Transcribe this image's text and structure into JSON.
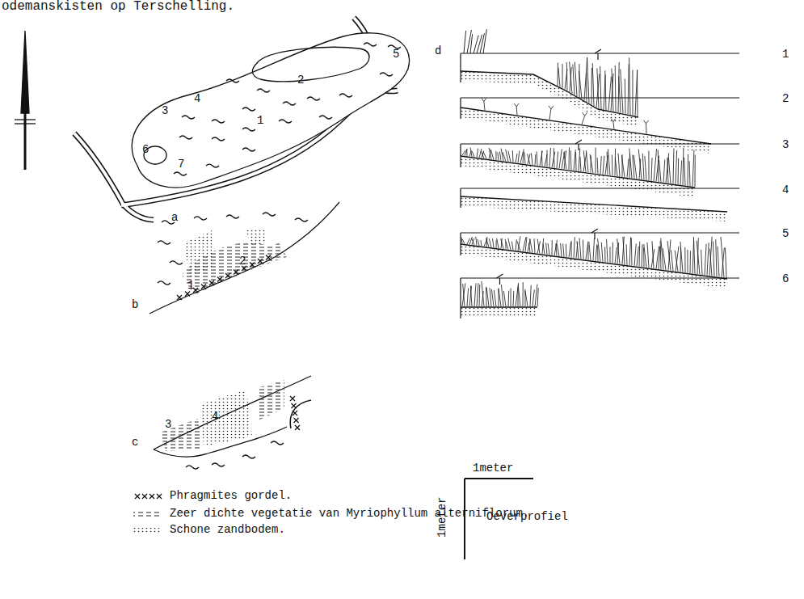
{
  "diagram": {
    "labels": [
      "odemanskisten op Terschelling.",
      "1",
      "2",
      "3",
      "4",
      "5",
      "6",
      "7",
      "a",
      "1",
      "2",
      "b",
      "3",
      "4",
      "c",
      "d",
      "1",
      "2",
      "3",
      "4",
      "5",
      "6",
      "1meter",
      "1meter",
      "Oeverprofiel"
    ],
    "legend": [
      {
        "text": "Phragmites gordel."
      },
      {
        "text": "Zeer dichte vegetatie van Myriophyllum alterniflorum."
      },
      {
        "text": "Schone zandbodem."
      }
    ]
  }
}
